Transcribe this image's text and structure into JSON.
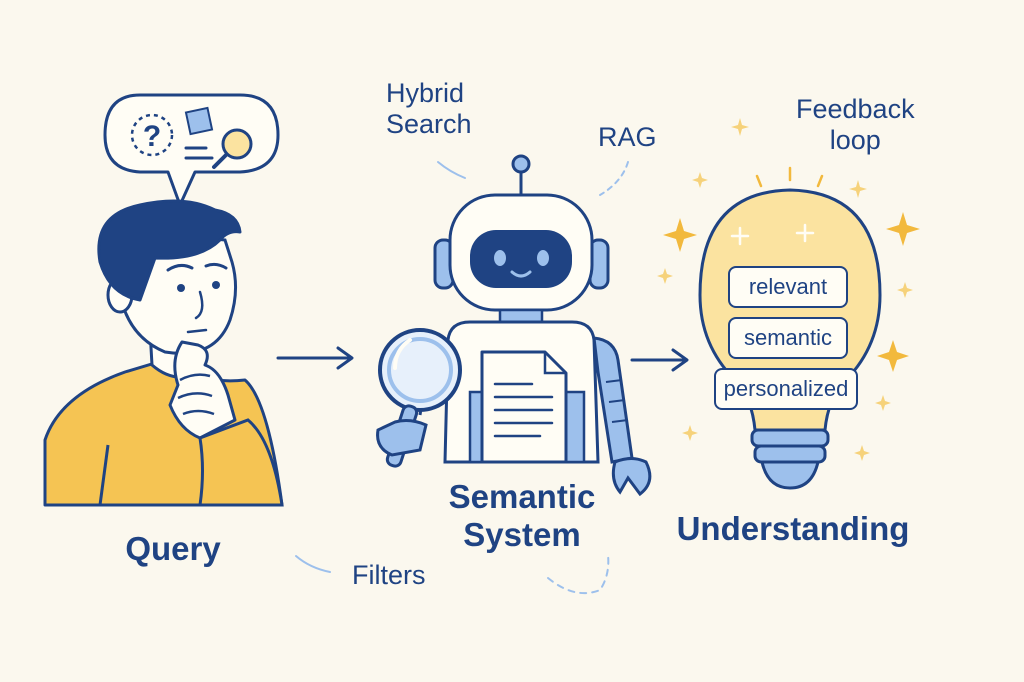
{
  "labels": {
    "query": "Query",
    "semantic_system": [
      "Semantic",
      "System"
    ],
    "understanding": "Understanding",
    "hybrid_search": [
      "Hybrid",
      "Search"
    ],
    "rag": "RAG",
    "feedback_loop": [
      "Feedback",
      "loop"
    ],
    "filters": "Filters"
  },
  "bulb_tags": [
    "relevant",
    "semantic",
    "personalized"
  ],
  "colors": {
    "outline": "#1f4383",
    "accent_blue": "#9dc0ec",
    "shirt_yellow": "#f5c453",
    "bulb_yellow": "#fbe3a0",
    "sparkle": "#f2b93d",
    "background": "#fbf8ee"
  }
}
